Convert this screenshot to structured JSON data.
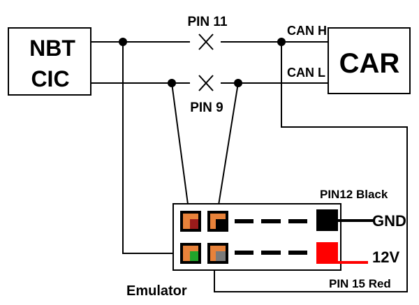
{
  "nbt_box": {
    "line1": "NBT",
    "line2": "CIC"
  },
  "car_box": {
    "label": "CAR"
  },
  "wires": {
    "can_h": "CAN H",
    "can_l": "CAN L"
  },
  "pins": {
    "pin11": "PIN 11",
    "pin9": "PIN 9",
    "pin12": "PIN12 Black",
    "pin15": "PIN 15 Red"
  },
  "power": {
    "gnd": "GND",
    "v12": "12V"
  },
  "emulator": {
    "label": "Emulator"
  },
  "colors": {
    "connector_orange": "#e8823a",
    "dark_red": "#9b1b1b",
    "green": "#21a42b",
    "gray": "#7a7a7a",
    "black": "#000000",
    "red": "#ff0000",
    "wire": "#000000"
  }
}
